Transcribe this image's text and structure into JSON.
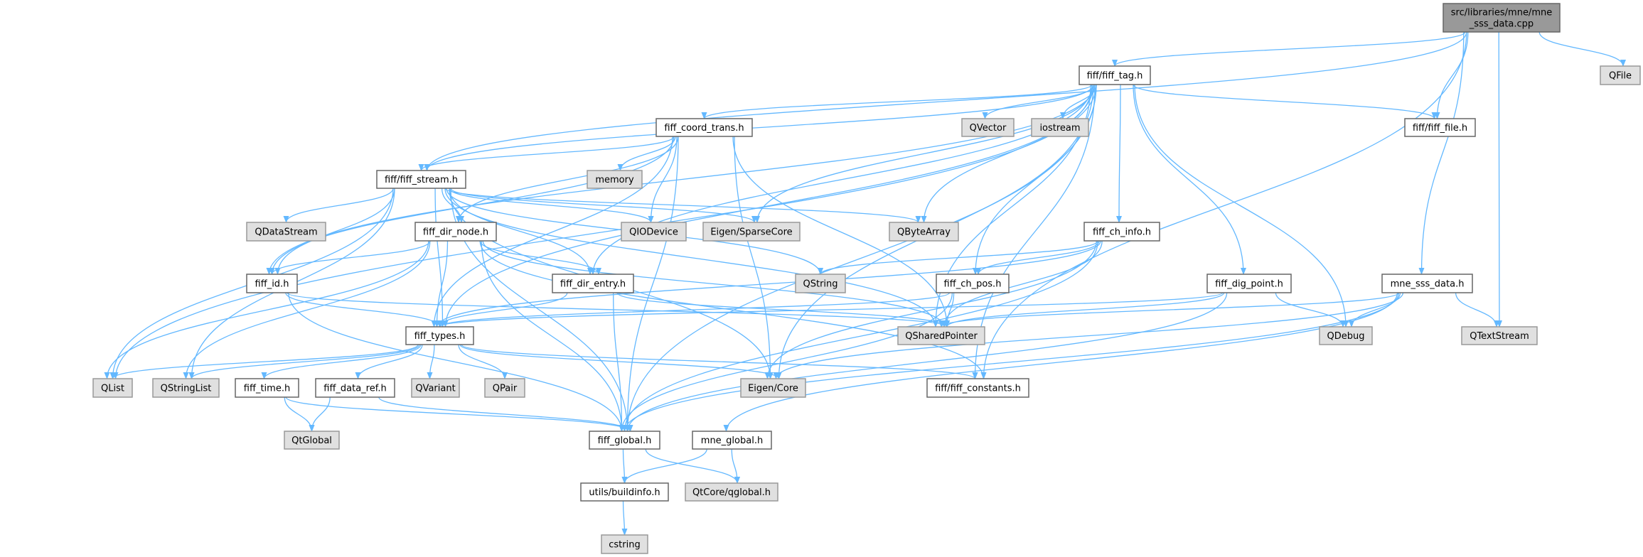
{
  "title": "src/libraries/mne/mne_sss_data.cpp include dependency graph",
  "colors": {
    "edge": "#63b8ff",
    "root_fill": "#999999",
    "file_fill": "#ffffff",
    "external_fill": "#e0e0e0"
  },
  "nodes": {
    "root": {
      "label_lines": [
        "src/libraries/mne/mne",
        "_sss_data.cpp"
      ],
      "kind": "root"
    },
    "fiff_tag": {
      "label": "fiff/fiff_tag.h",
      "kind": "file"
    },
    "qfile": {
      "label": "QFile",
      "kind": "external"
    },
    "fiff_coord_trans": {
      "label": "fiff_coord_trans.h",
      "kind": "file"
    },
    "qvector": {
      "label": "QVector",
      "kind": "external"
    },
    "iostream": {
      "label": "iostream",
      "kind": "external"
    },
    "fiff_file": {
      "label": "fiff/fiff_file.h",
      "kind": "file"
    },
    "fiff_stream": {
      "label": "fiff/fiff_stream.h",
      "kind": "file"
    },
    "memory": {
      "label": "memory",
      "kind": "external"
    },
    "qdatastream": {
      "label": "QDataStream",
      "kind": "external"
    },
    "fiff_dir_node": {
      "label": "fiff_dir_node.h",
      "kind": "file"
    },
    "qiodevice": {
      "label": "QIODevice",
      "kind": "external"
    },
    "eigen_sparse": {
      "label": "Eigen/SparseCore",
      "kind": "external"
    },
    "qbytearray": {
      "label": "QByteArray",
      "kind": "external"
    },
    "fiff_ch_info": {
      "label": "fiff_ch_info.h",
      "kind": "file"
    },
    "fiff_id": {
      "label": "fiff_id.h",
      "kind": "file"
    },
    "fiff_dir_entry": {
      "label": "fiff_dir_entry.h",
      "kind": "file"
    },
    "qstring": {
      "label": "QString",
      "kind": "external"
    },
    "fiff_ch_pos": {
      "label": "fiff_ch_pos.h",
      "kind": "file"
    },
    "fiff_dig_point": {
      "label": "fiff_dig_point.h",
      "kind": "file"
    },
    "mne_sss_data_h": {
      "label": "mne_sss_data.h",
      "kind": "file"
    },
    "fiff_types": {
      "label": "fiff_types.h",
      "kind": "file"
    },
    "qsharedpointer": {
      "label": "QSharedPointer",
      "kind": "external"
    },
    "qdebug": {
      "label": "QDebug",
      "kind": "external"
    },
    "qtextstream": {
      "label": "QTextStream",
      "kind": "external"
    },
    "qlist": {
      "label": "QList",
      "kind": "external"
    },
    "qstringlist": {
      "label": "QStringList",
      "kind": "external"
    },
    "fiff_time": {
      "label": "fiff_time.h",
      "kind": "file"
    },
    "fiff_data_ref": {
      "label": "fiff_data_ref.h",
      "kind": "file"
    },
    "qvariant": {
      "label": "QVariant",
      "kind": "external"
    },
    "qpair": {
      "label": "QPair",
      "kind": "external"
    },
    "eigen_core": {
      "label": "Eigen/Core",
      "kind": "external"
    },
    "fiff_constants": {
      "label": "fiff/fiff_constants.h",
      "kind": "file"
    },
    "qtglobal": {
      "label": "QtGlobal",
      "kind": "external"
    },
    "fiff_global": {
      "label": "fiff_global.h",
      "kind": "file"
    },
    "mne_global": {
      "label": "mne_global.h",
      "kind": "file"
    },
    "buildinfo": {
      "label": "utils/buildinfo.h",
      "kind": "file"
    },
    "qglobal": {
      "label": "QtCore/qglobal.h",
      "kind": "external"
    },
    "cstring": {
      "label": "cstring",
      "kind": "external"
    }
  },
  "edges": [
    [
      "root",
      "fiff_tag"
    ],
    [
      "root",
      "fiff_stream"
    ],
    [
      "root",
      "fiff_file"
    ],
    [
      "root",
      "qfile"
    ],
    [
      "root",
      "mne_sss_data_h"
    ],
    [
      "root",
      "qtextstream"
    ],
    [
      "root",
      "fiff_constants"
    ],
    [
      "fiff_tag",
      "fiff_coord_trans"
    ],
    [
      "fiff_tag",
      "fiff_stream"
    ],
    [
      "fiff_tag",
      "qvector"
    ],
    [
      "fiff_tag",
      "iostream"
    ],
    [
      "fiff_tag",
      "fiff_file"
    ],
    [
      "fiff_tag",
      "qbytearray"
    ],
    [
      "fiff_tag",
      "eigen_sparse"
    ],
    [
      "fiff_tag",
      "fiff_ch_info"
    ],
    [
      "fiff_tag",
      "fiff_ch_pos"
    ],
    [
      "fiff_tag",
      "fiff_dig_point"
    ],
    [
      "fiff_tag",
      "fiff_dir_entry"
    ],
    [
      "fiff_tag",
      "fiff_types"
    ],
    [
      "fiff_tag",
      "fiff_id"
    ],
    [
      "fiff_tag",
      "qlist"
    ],
    [
      "fiff_tag",
      "qsharedpointer"
    ],
    [
      "fiff_tag",
      "qdebug"
    ],
    [
      "fiff_tag",
      "eigen_core"
    ],
    [
      "fiff_tag",
      "fiff_constants"
    ],
    [
      "fiff_tag",
      "fiff_global"
    ],
    [
      "fiff_coord_trans",
      "fiff_stream"
    ],
    [
      "fiff_coord_trans",
      "memory"
    ],
    [
      "fiff_coord_trans",
      "qiodevice"
    ],
    [
      "fiff_coord_trans",
      "fiff_dir_node"
    ],
    [
      "fiff_coord_trans",
      "fiff_types"
    ],
    [
      "fiff_coord_trans",
      "fiff_id"
    ],
    [
      "fiff_coord_trans",
      "qsharedpointer"
    ],
    [
      "fiff_coord_trans",
      "eigen_core"
    ],
    [
      "fiff_coord_trans",
      "fiff_global"
    ],
    [
      "fiff_stream",
      "qdatastream"
    ],
    [
      "fiff_stream",
      "fiff_dir_node"
    ],
    [
      "fiff_stream",
      "qiodevice"
    ],
    [
      "fiff_stream",
      "eigen_sparse"
    ],
    [
      "fiff_stream",
      "qbytearray"
    ],
    [
      "fiff_stream",
      "qstring"
    ],
    [
      "fiff_stream",
      "fiff_id"
    ],
    [
      "fiff_stream",
      "fiff_dir_entry"
    ],
    [
      "fiff_stream",
      "fiff_types"
    ],
    [
      "fiff_stream",
      "qsharedpointer"
    ],
    [
      "fiff_stream",
      "qlist"
    ],
    [
      "fiff_stream",
      "qstringlist"
    ],
    [
      "fiff_stream",
      "eigen_core"
    ],
    [
      "fiff_stream",
      "fiff_global"
    ],
    [
      "fiff_dir_node",
      "fiff_id"
    ],
    [
      "fiff_dir_node",
      "fiff_dir_entry"
    ],
    [
      "fiff_dir_node",
      "fiff_types"
    ],
    [
      "fiff_dir_node",
      "qsharedpointer"
    ],
    [
      "fiff_dir_node",
      "qlist"
    ],
    [
      "fiff_dir_node",
      "qstringlist"
    ],
    [
      "fiff_dir_node",
      "fiff_constants"
    ],
    [
      "fiff_dir_node",
      "fiff_global"
    ],
    [
      "fiff_ch_info",
      "qstring"
    ],
    [
      "fiff_ch_info",
      "fiff_ch_pos"
    ],
    [
      "fiff_ch_info",
      "fiff_types"
    ],
    [
      "fiff_ch_info",
      "qsharedpointer"
    ],
    [
      "fiff_ch_info",
      "eigen_core"
    ],
    [
      "fiff_ch_info",
      "fiff_global"
    ],
    [
      "fiff_id",
      "fiff_types"
    ],
    [
      "fiff_id",
      "qsharedpointer"
    ],
    [
      "fiff_id",
      "fiff_global"
    ],
    [
      "fiff_dir_entry",
      "fiff_types"
    ],
    [
      "fiff_dir_entry",
      "qsharedpointer"
    ],
    [
      "fiff_dir_entry",
      "fiff_global"
    ],
    [
      "fiff_ch_pos",
      "fiff_types"
    ],
    [
      "fiff_ch_pos",
      "qsharedpointer"
    ],
    [
      "fiff_ch_pos",
      "fiff_global"
    ],
    [
      "fiff_dig_point",
      "fiff_types"
    ],
    [
      "fiff_dig_point",
      "qsharedpointer"
    ],
    [
      "fiff_dig_point",
      "qdebug"
    ],
    [
      "fiff_dig_point",
      "fiff_global"
    ],
    [
      "mne_sss_data_h",
      "qsharedpointer"
    ],
    [
      "mne_sss_data_h",
      "qdebug"
    ],
    [
      "mne_sss_data_h",
      "qtextstream"
    ],
    [
      "mne_sss_data_h",
      "eigen_core"
    ],
    [
      "mne_sss_data_h",
      "mne_global"
    ],
    [
      "mne_sss_data_h",
      "fiff_global"
    ],
    [
      "fiff_types",
      "qlist"
    ],
    [
      "fiff_types",
      "qstringlist"
    ],
    [
      "fiff_types",
      "fiff_time"
    ],
    [
      "fiff_types",
      "fiff_data_ref"
    ],
    [
      "fiff_types",
      "qvariant"
    ],
    [
      "fiff_types",
      "qpair"
    ],
    [
      "fiff_types",
      "eigen_core"
    ],
    [
      "fiff_types",
      "fiff_constants"
    ],
    [
      "fiff_time",
      "qtglobal"
    ],
    [
      "fiff_time",
      "fiff_global"
    ],
    [
      "fiff_data_ref",
      "qtglobal"
    ],
    [
      "fiff_data_ref",
      "fiff_global"
    ],
    [
      "fiff_global",
      "buildinfo"
    ],
    [
      "fiff_global",
      "qglobal"
    ],
    [
      "mne_global",
      "buildinfo"
    ],
    [
      "mne_global",
      "qglobal"
    ],
    [
      "buildinfo",
      "cstring"
    ]
  ]
}
